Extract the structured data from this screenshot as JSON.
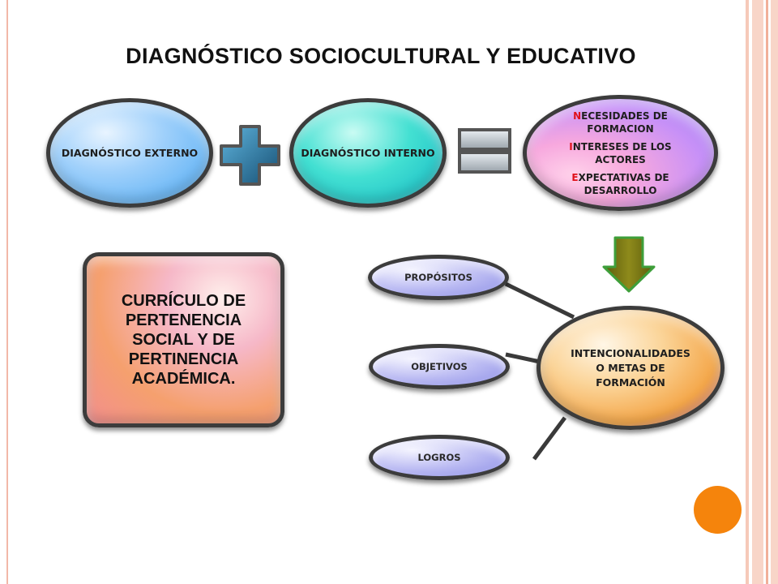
{
  "title": "DIAGNÓSTICO SOCIOCULTURAL Y EDUCATIVO",
  "nodes": {
    "externo": "DIAGNÓSTICO EXTERNO",
    "interno": "DIAGNÓSTICO INTERNO",
    "resultado": [
      {
        "initial": "N",
        "rest": "ECESIDADES DE FORMACION"
      },
      {
        "initial": "I",
        "rest": "NTERESES DE LOS ACTORES"
      },
      {
        "initial": "E",
        "rest": "XPECTATIVAS DE DESARROLLO"
      }
    ],
    "curriculo": "CURRÍCULO DE PERTENENCIA SOCIAL Y DE PERTINENCIA ACADÉMICA.",
    "propositos": "PROPÓSITOS",
    "objetivos": "OBJETIVOS",
    "logros": "LOGROS",
    "intencionalidades": "INTENCIONALIDADES O METAS DE FORMACIÓN"
  },
  "icons": [
    "plus-icon",
    "equals-icon",
    "down-arrow-icon"
  ],
  "colors": {
    "highlight_initial": "#e0121b",
    "accent_circle": "#f5840c",
    "plus": "#1f6f9a",
    "arrow": "#7a7a12"
  }
}
